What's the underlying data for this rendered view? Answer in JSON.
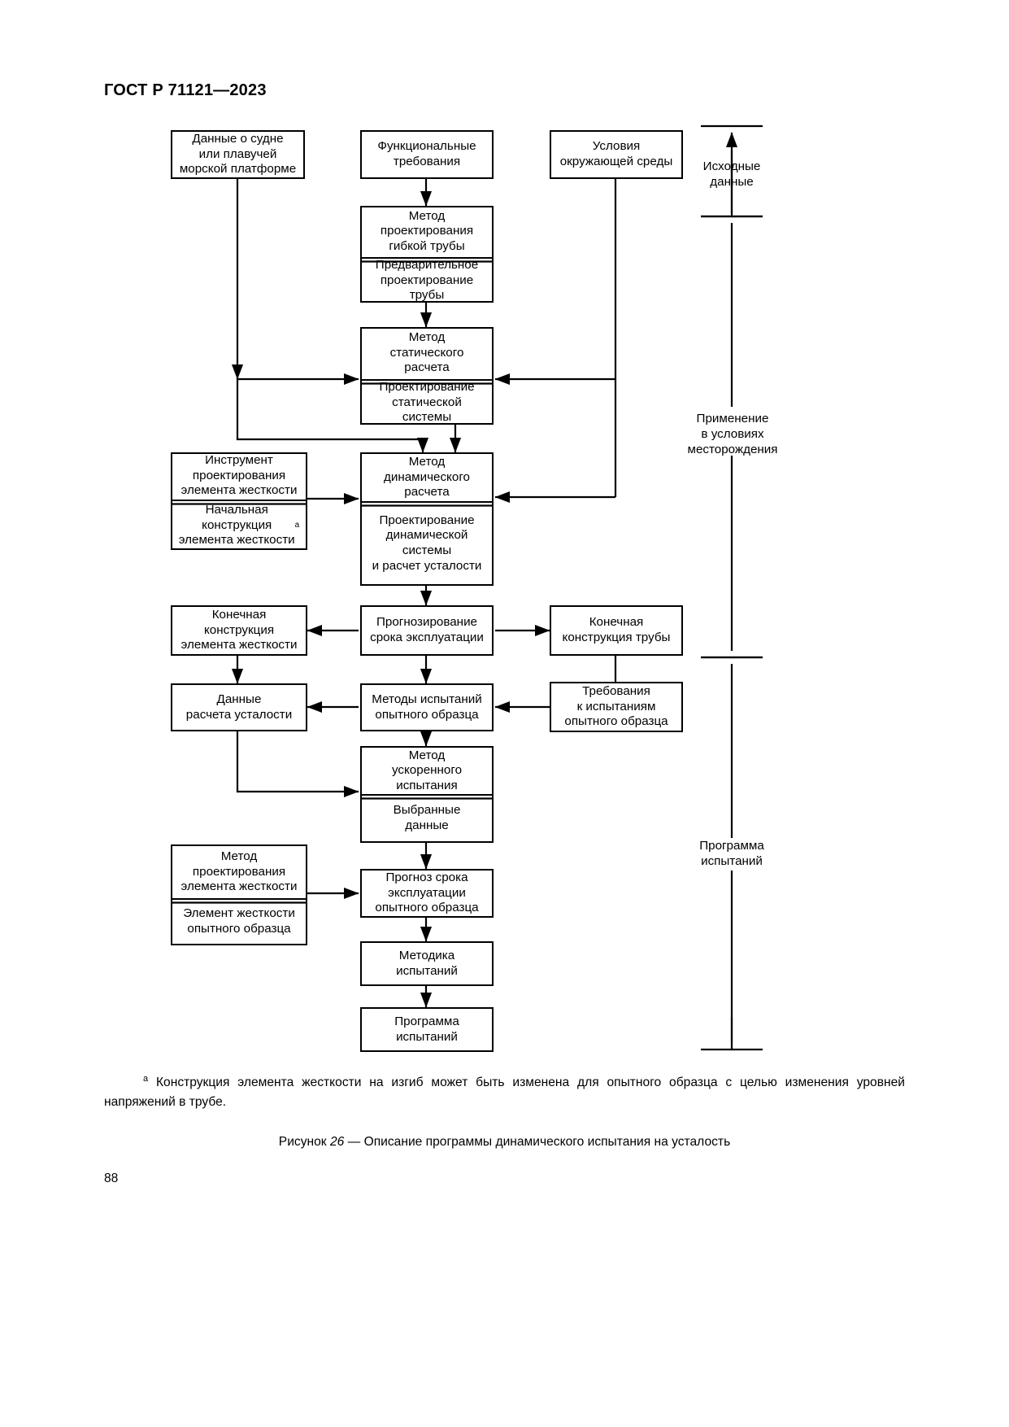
{
  "document": {
    "header": "ГОСТ Р 71121—2023",
    "page_number": "88"
  },
  "figure": {
    "caption_prefix": "Рисунок",
    "caption_number": "26",
    "caption_text": "— Описание программы динамического испытания на усталость",
    "footnote_marker": "а",
    "footnote_text": "Конструкция элемента жесткости на изгиб может быть изменена для опытного образца с целью изменения уровней напряжений в трубе."
  },
  "nodes": {
    "vessel_data": "Данные о судне\nили плавучей\nморской платформе",
    "functional_requirements": "Функциональные\nтребования",
    "environmental_conditions": "Условия\nокружающей среды",
    "flexible_pipe_design_method": "Метод\nпроектирования\nгибкой трубы",
    "preliminary_pipe_design": "Предварительное\nпроектирование\nтрубы",
    "static_calculation_method": "Метод\nстатического\nрасчета",
    "static_system_design": "Проектирование\nстатической системы",
    "stiffener_design_tool": "Инструмент\nпроектирования\nэлемента жесткости",
    "initial_stiffener_design": "Начальная\nконструкция\nэлемента жесткости",
    "initial_stiffener_design_marker": "а",
    "dynamic_calculation_method": "Метод\nдинамического\nрасчета",
    "dynamic_system_design": "Проектирование\nдинамической\nсистемы\nи расчет усталости",
    "final_stiffener_design": "Конечная\nконструкция\nэлемента жесткости",
    "service_life_prediction": "Прогнозирование\nсрока эксплуатации",
    "final_pipe_design": "Конечная\nконструкция трубы",
    "fatigue_calculation_data": "Данные\nрасчета усталости",
    "prototype_test_methods": "Методы испытаний\nопытного образца",
    "prototype_test_requirements": "Требования\nк испытаниям\nопытного образца",
    "accelerated_test_method": "Метод\nускоренного\nиспытания",
    "selected_data": "Выбранные\nданные",
    "stiffener_design_method": "Метод\nпроектирования\nэлемента жесткости",
    "prototype_stiffener": "Элемент жесткости\nопытного образца",
    "prototype_life_forecast": "Прогноз срока\nэксплуатации\nопытного образца",
    "test_procedure": "Методика\nиспытаний",
    "test_program": "Программа\nиспытаний"
  },
  "brackets": {
    "initial_data": "Исходные\nданные",
    "field_application": "Применение\nв условиях\nместорождения",
    "test_program": "Программа\nиспытаний"
  },
  "style": {
    "line_color": "#000000",
    "background": "#ffffff"
  }
}
